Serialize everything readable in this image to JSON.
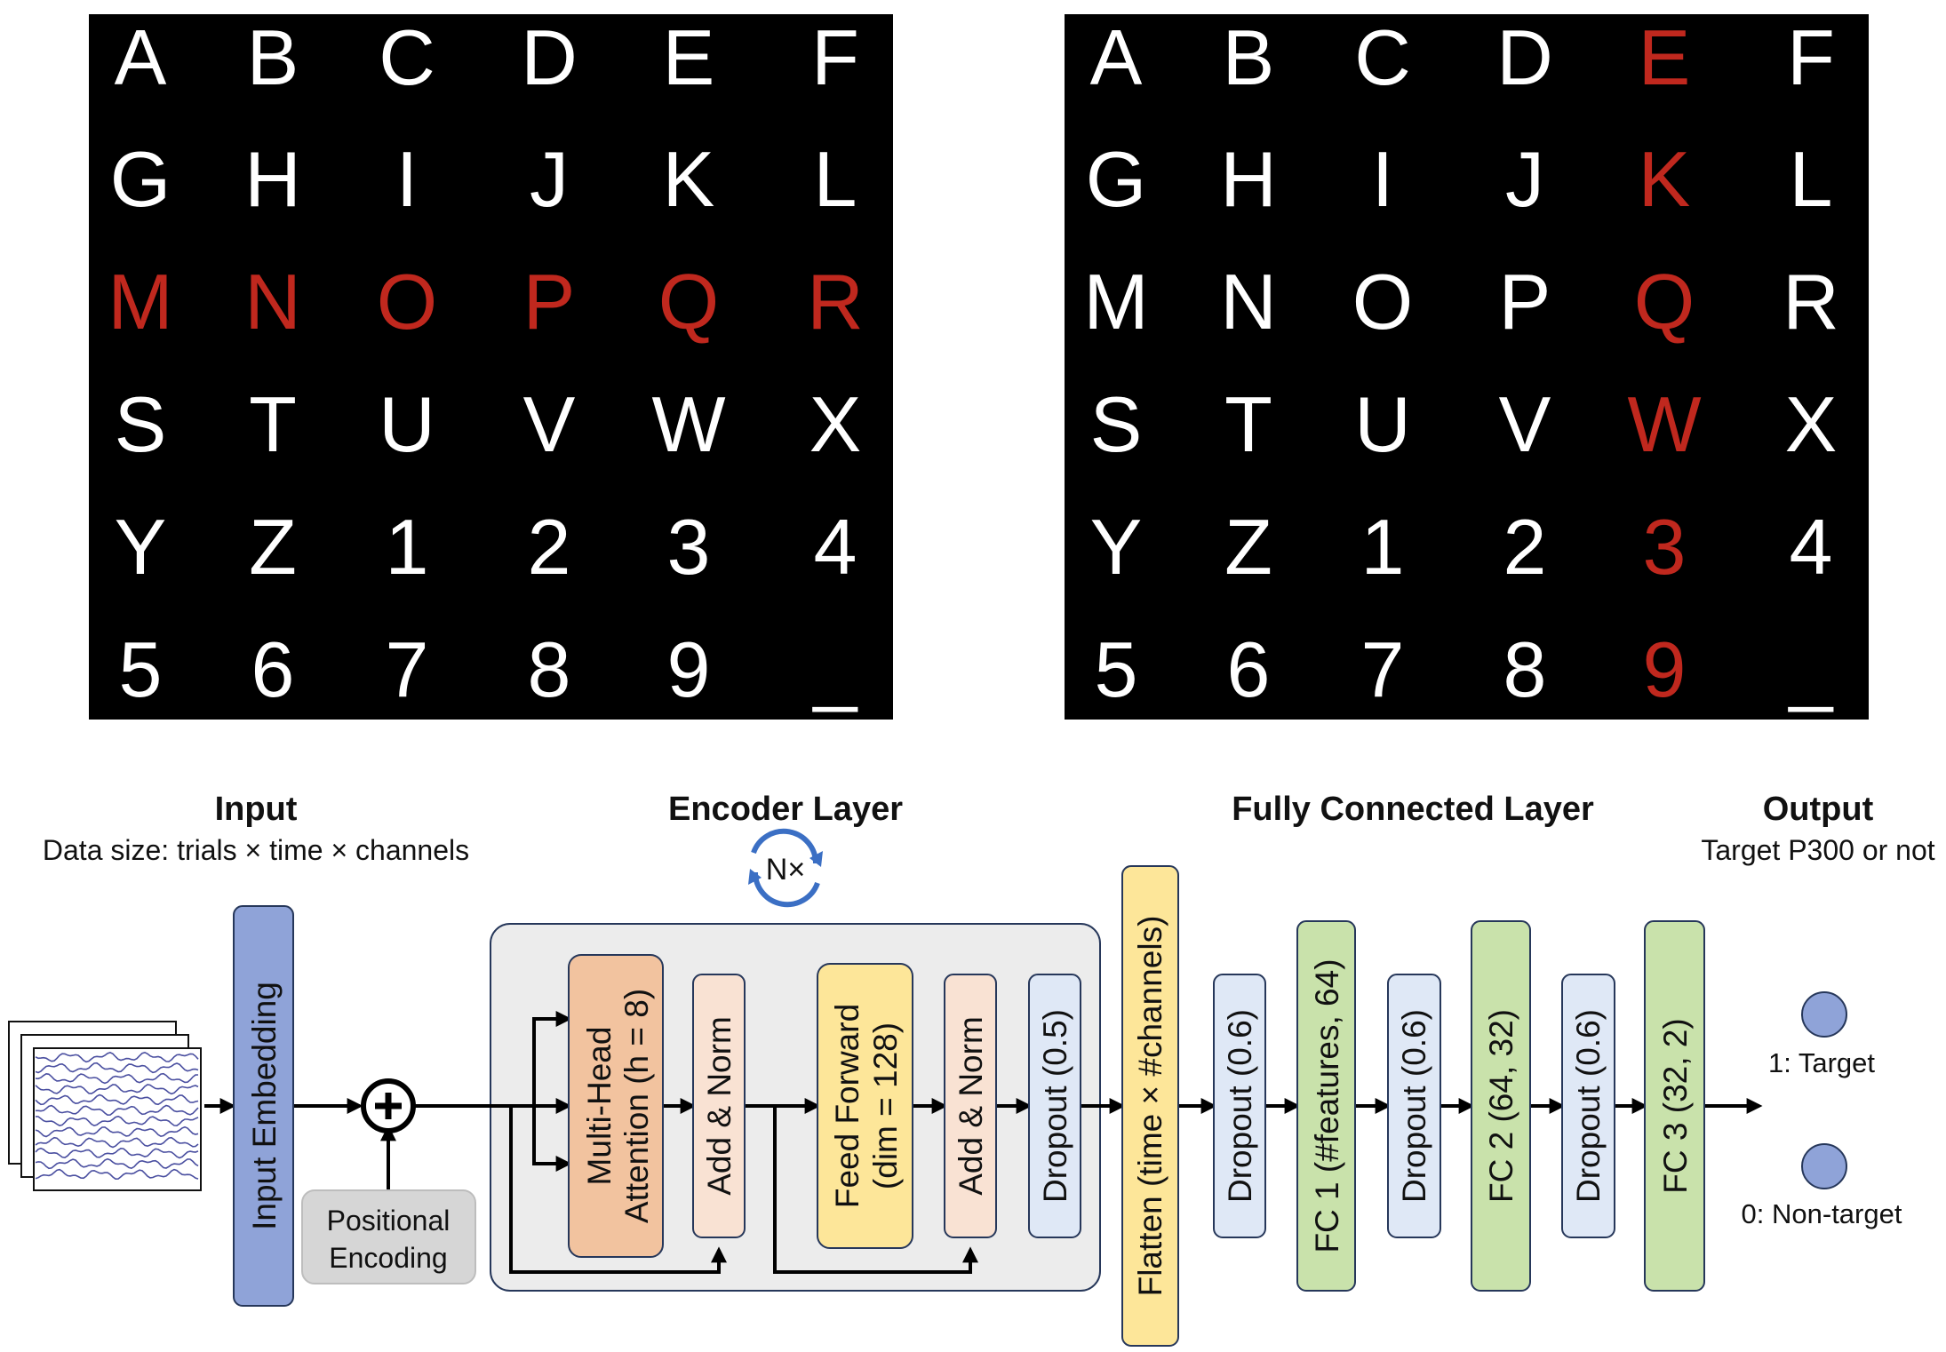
{
  "colors": {
    "panel_bg": "#000000",
    "char_normal": "#ffffff",
    "char_highlight": "#c0281e",
    "input_embedding": "#8fa3d8",
    "attention": "#f2c39f",
    "add_norm": "#f9e2d3",
    "feed_forward": "#fde699",
    "dropout": "#dfe8f6",
    "flatten": "#fde699",
    "fc": "#c9e2ab",
    "encoder_bg": "#ececec",
    "positional": "#d6d6d6",
    "output_node": "#8fa3d8"
  },
  "speller": {
    "rows": [
      [
        "A",
        "B",
        "C",
        "D",
        "E",
        "F"
      ],
      [
        "G",
        "H",
        "I",
        "J",
        "K",
        "L"
      ],
      [
        "M",
        "N",
        "O",
        "P",
        "Q",
        "R"
      ],
      [
        "S",
        "T",
        "U",
        "V",
        "W",
        "X"
      ],
      [
        "Y",
        "Z",
        "1",
        "2",
        "3",
        "4"
      ],
      [
        "5",
        "6",
        "7",
        "8",
        "9",
        "_"
      ]
    ],
    "left_highlight": {
      "type": "row",
      "index": 2
    },
    "right_highlight": {
      "type": "column",
      "index": 4
    }
  },
  "architecture": {
    "input": {
      "title": "Input",
      "subtitle": "Data size: trials × time × channels",
      "embedding_label": "Input Embedding",
      "positional_line1": "Positional",
      "positional_line2": "Encoding",
      "add_symbol": "+"
    },
    "encoder": {
      "title": "Encoder Layer",
      "repeat_label": "N×",
      "attention_line1": "Multi-Head",
      "attention_line2": "Attention (h = 8)",
      "add_norm_1": "Add & Norm",
      "ff_line1": "Feed Forward",
      "ff_line2": "(dim = 128)",
      "add_norm_2": "Add & Norm",
      "dropout": "Dropout (0.5)"
    },
    "flatten_label": "Flatten (time × #channels)",
    "fully_connected": {
      "title": "Fully Connected Layer",
      "dropout_1": "Dropout (0.6)",
      "fc1": "FC 1 (#features, 64)",
      "dropout_2": "Dropout (0.6)",
      "fc2": "FC 2 (64, 32)",
      "dropout_3": "Dropout (0.6)",
      "fc3": "FC 3 (32, 2)"
    },
    "output": {
      "title": "Output",
      "subtitle": "Target P300 or not",
      "target_label": "1: Target",
      "nontarget_label": "0: Non-target"
    }
  }
}
